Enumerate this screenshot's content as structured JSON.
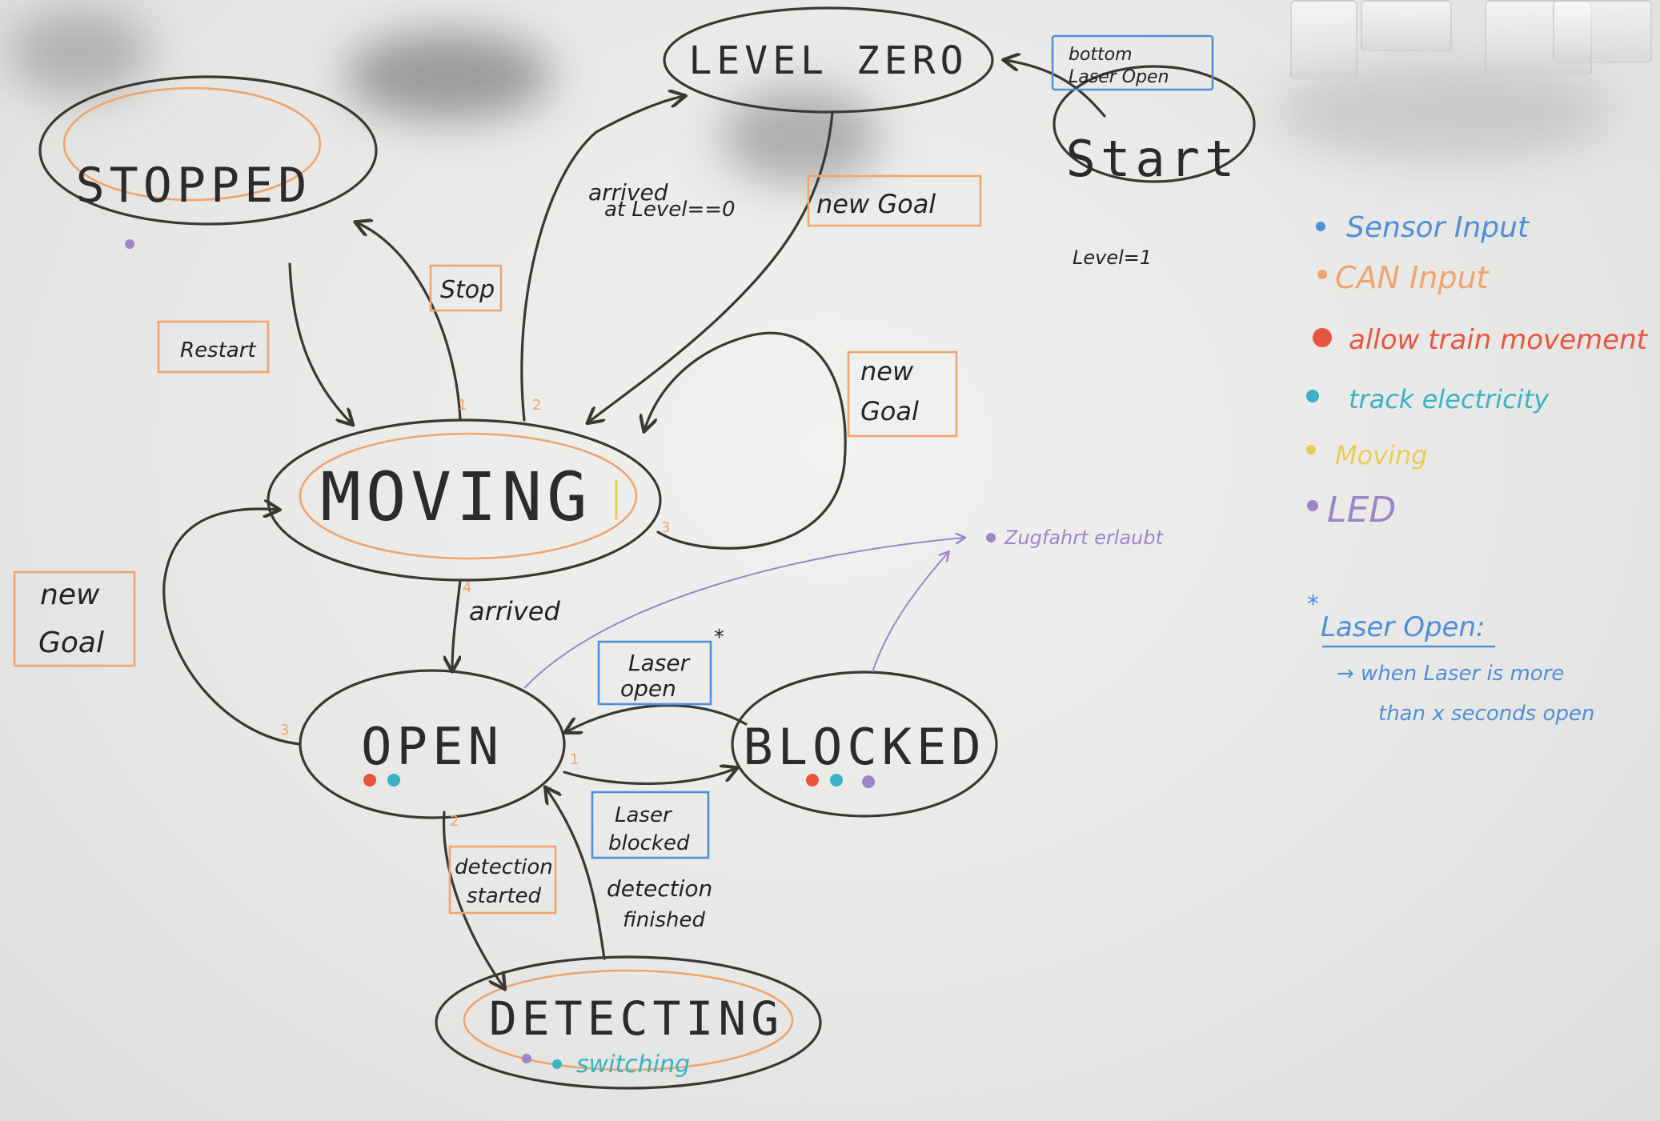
{
  "states": {
    "level_zero": "LEVEL ZERO",
    "start": "Start",
    "stopped": "STOPPED",
    "moving": "MOVING",
    "open": "OPEN",
    "blocked": "BLOCKED",
    "detecting": "DETECTING",
    "detecting_sub": "switching"
  },
  "edges": {
    "bottom_laser_open_1": "bottom",
    "bottom_laser_open_2": "Laser Open",
    "level_init": "Level=1",
    "arrived_level0_1": "arrived",
    "arrived_level0_2": "at Level==0",
    "new_goal_top": "new Goal",
    "stop": "Stop",
    "restart": "Restart",
    "new_goal_self_1": "new",
    "new_goal_self_2": "Goal",
    "new_goal_left_1": "new",
    "new_goal_left_2": "Goal",
    "arrived": "arrived",
    "laser_open_1": "Laser",
    "laser_open_2": "open",
    "laser_blocked_1": "Laser",
    "laser_blocked_2": "blocked",
    "detection_started_1": "detection",
    "detection_started_2": "started",
    "detection_finished_1": "detection",
    "detection_finished_2": "finished",
    "zugfahrt": "Zugfahrt erlaubt",
    "num_1a": "1",
    "num_2a": "2",
    "num_3a": "3",
    "num_4": "4",
    "num_3b": "3",
    "num_1b": "1",
    "num_2b": "2",
    "star_mark": "*"
  },
  "legend": {
    "sensor": "Sensor Input",
    "can": "CAN Input",
    "allow": "allow train movement",
    "track": "track electricity",
    "moving": "Moving",
    "led": "LED"
  },
  "note": {
    "star": "*",
    "title": "Laser Open:",
    "line1": "→ when Laser is more",
    "line2": "than x seconds open"
  },
  "colors": {
    "ink": "#3a3835",
    "orange": "#f0a46e",
    "blue": "#4f8fd8",
    "red": "#e8553f",
    "teal": "#38b3c4",
    "yellow": "#e9cc55",
    "purple": "#9b86c9"
  }
}
